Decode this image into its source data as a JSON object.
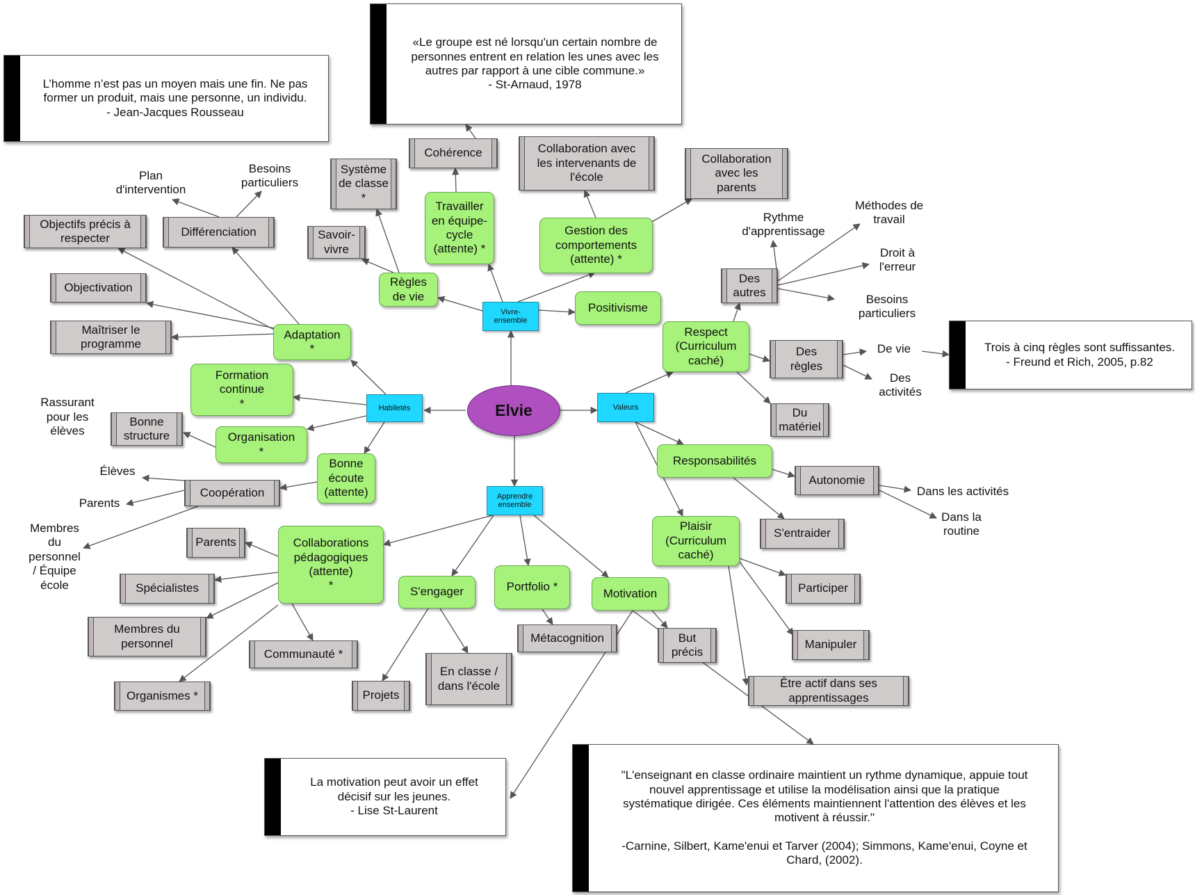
{
  "root": "Elvie",
  "hubs": {
    "vivre": "Vivre-\nensemble",
    "habiletes": "Habiletés",
    "valeurs": "Valeurs",
    "apprendre": "Apprendre\nensemble"
  },
  "vivre": {
    "regles": "Règles\nde vie",
    "systeme": "Système\nde classe\n*",
    "savoir": "Savoir-\nvivre",
    "travailler": "Travailler\nen équipe-\ncycle\n(attente) *",
    "coherence": "Cohérence",
    "gestion": "Gestion des\ncomportements\n(attente) *",
    "collab_interv": "Collaboration avec\nles intervenants de\nl'école",
    "collab_parents": "Collaboration\navec les\nparents",
    "positivisme": "Positivisme"
  },
  "habiletes": {
    "adaptation": "Adaptation\n*",
    "differenciation": "Différenciation",
    "plan": "Plan\nd'intervention",
    "besoins": "Besoins\nparticuliers",
    "objectifs": "Objectifs précis à\nrespecter",
    "objectivation": "Objectivation",
    "maitriser": "Maîtriser le\nprogramme",
    "formation": "Formation\ncontinue\n*",
    "organisation": "Organisation\n*",
    "bonne_structure": "Bonne\nstructure",
    "rassurant": "Rassurant\npour les\nélèves",
    "bonne_ecoute": "Bonne\nécoute\n(attente)",
    "cooperation": "Coopération",
    "eleves": "Élèves",
    "parents": "Parents",
    "membres": "Membres\ndu\npersonnel\n/ Équipe\nécole"
  },
  "apprendre": {
    "collab_ped": "Collaborations\npédagogiques\n(attente)\n*",
    "parents": "Parents",
    "specialistes": "Spécialistes",
    "membres": "Membres du\npersonnel",
    "communaute": "Communauté *",
    "organismes": "Organismes *",
    "sengager": "S'engager",
    "projets": "Projets",
    "enclasse": "En classe /\ndans l'école",
    "portfolio": "Portfolio *",
    "metacognition": "Métacognition",
    "motivation": "Motivation",
    "but": "But\nprécis"
  },
  "valeurs": {
    "respect": "Respect\n(Curriculum\ncaché)",
    "des_autres": "Des\nautres",
    "rythme": "Rythme\nd'apprentissage",
    "methodes": "Méthodes de\ntravail",
    "droit": "Droit à\nl'erreur",
    "besoins": "Besoins\nparticuliers",
    "des_regles": "Des\nrègles",
    "de_vie": "De vie",
    "des_activites": "Des\nactivités",
    "du_materiel": "Du\nmatériel",
    "responsabilites": "Responsabilités",
    "autonomie": "Autonomie",
    "dans_activites": "Dans les activités",
    "dans_routine": "Dans la\nroutine",
    "sentraider": "S'entraider",
    "plaisir": "Plaisir\n(Curriculum\ncaché)",
    "participer": "Participer",
    "manipuler": "Manipuler",
    "etre_actif": "Être actif dans ses\napprentissages"
  },
  "quotes": {
    "rousseau": "L’homme n’est pas un moyen mais une fin. Ne pas\nformer un produit, mais une personne, un individu.\n- Jean-Jacques Rousseau",
    "starnaud": "«Le groupe est né lorsqu'un certain nombre de\npersonnes entrent en relation les unes avec les\nautres par rapport à une cible commune.»\n- St-Arnaud, 1978",
    "freund": "Trois à cinq règles sont suffissantes.\n- Freund et Rich, 2005, p.82",
    "stlaurent": "La motivation peut avoir un effet\ndécisif sur les jeunes.\n- Lise St-Laurent",
    "carnine": "\"L'enseignant en classe ordinaire maintient un rythme dynamique, appuie tout\nnouvel apprentissage et utilise la modélisation ainsi que la pratique\nsystématique dirigée. Ces éléments maintiennent l'attention des élèves et les\nmotivent à réussir.\"\n\n-Carnine, Silbert, Kame'enui et Tarver (2004); Simmons, Kame'enui, Coyne et\nChard, (2002)."
  }
}
